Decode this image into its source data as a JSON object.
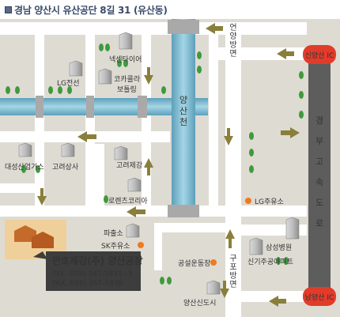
{
  "header": {
    "title": "경남 양산시 유산공단 8길 31 (유산동)"
  },
  "map": {
    "colors": {
      "background": "#dedbd3",
      "road": "#ffffff",
      "river": "#7fbcd4",
      "highway": "#5d5d5d",
      "ic_badge": "#e23b2a",
      "arrow": "#8a7f3a",
      "company_box": "#3d3d3d",
      "company_name": "#f3d65c",
      "marker": "#f07a1e"
    },
    "river_label": "양산천",
    "roads": {
      "eonyang": "언양방면",
      "gupo": "구포방면"
    },
    "highway": {
      "label_chars": [
        "경",
        "부",
        "고",
        "속",
        "도",
        "로"
      ],
      "ic_top": "신양산 IC",
      "ic_bottom": "남양산 IC"
    },
    "landmarks": {
      "nexen": "넥센타이어",
      "lg_cable": "LG전선",
      "cocacola_line1": "코카콜라",
      "cocacola_line2": "보틀링",
      "daesung": "대성산업가스",
      "goryeo_sangsa": "고려상사",
      "goryeo_jegang": "고려제강",
      "lorenz": "로렌츠코리아",
      "police": "파출소",
      "sk_gas": "SK주유소",
      "lg_gas": "LG주유소",
      "samsung_hospital": "삼성병원",
      "singi_apt": "신기주공아파트",
      "public_ground": "공설운동장",
      "yangsan_newtown": "양산신도시"
    },
    "company": {
      "name": "만호제강(주) 양산공장",
      "tel": "TEL. 055) 387-5831~5",
      "fax": "FAX. 055) 387-5836"
    }
  }
}
